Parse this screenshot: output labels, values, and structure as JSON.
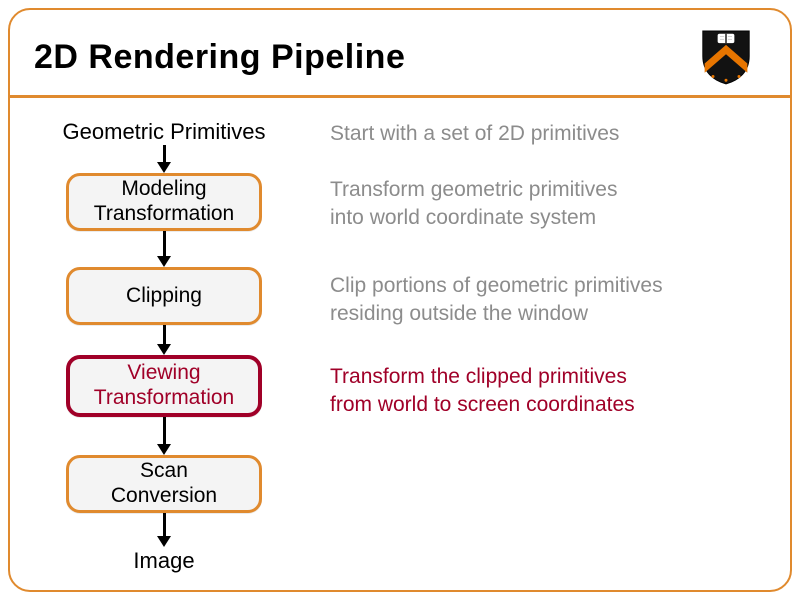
{
  "colors": {
    "accent_orange": "#E08A2E",
    "highlight_red": "#A00028",
    "body_gray": "#8C8C8C",
    "box_fill": "#F4F4F4",
    "text_black": "#000000"
  },
  "header": {
    "title": "2D Rendering Pipeline",
    "logo_icon": "princeton-shield-crest"
  },
  "pipeline": {
    "start_label": "Geometric Primitives",
    "end_label": "Image",
    "steps": [
      {
        "label": "Modeling\nTransformation",
        "highlighted": false
      },
      {
        "label": "Clipping",
        "highlighted": false
      },
      {
        "label": "Viewing\nTransformation",
        "highlighted": true
      },
      {
        "label": "Scan\nConversion",
        "highlighted": false
      }
    ]
  },
  "annotations": [
    {
      "text": "Start with a set of 2D primitives",
      "highlighted": false
    },
    {
      "text": "Transform geometric primitives\ninto world coordinate system",
      "highlighted": false
    },
    {
      "text": "Clip portions of geometric primitives\nresiding outside the window",
      "highlighted": false
    },
    {
      "text": "Transform the clipped primitives\nfrom world to screen coordinates",
      "highlighted": true
    }
  ]
}
